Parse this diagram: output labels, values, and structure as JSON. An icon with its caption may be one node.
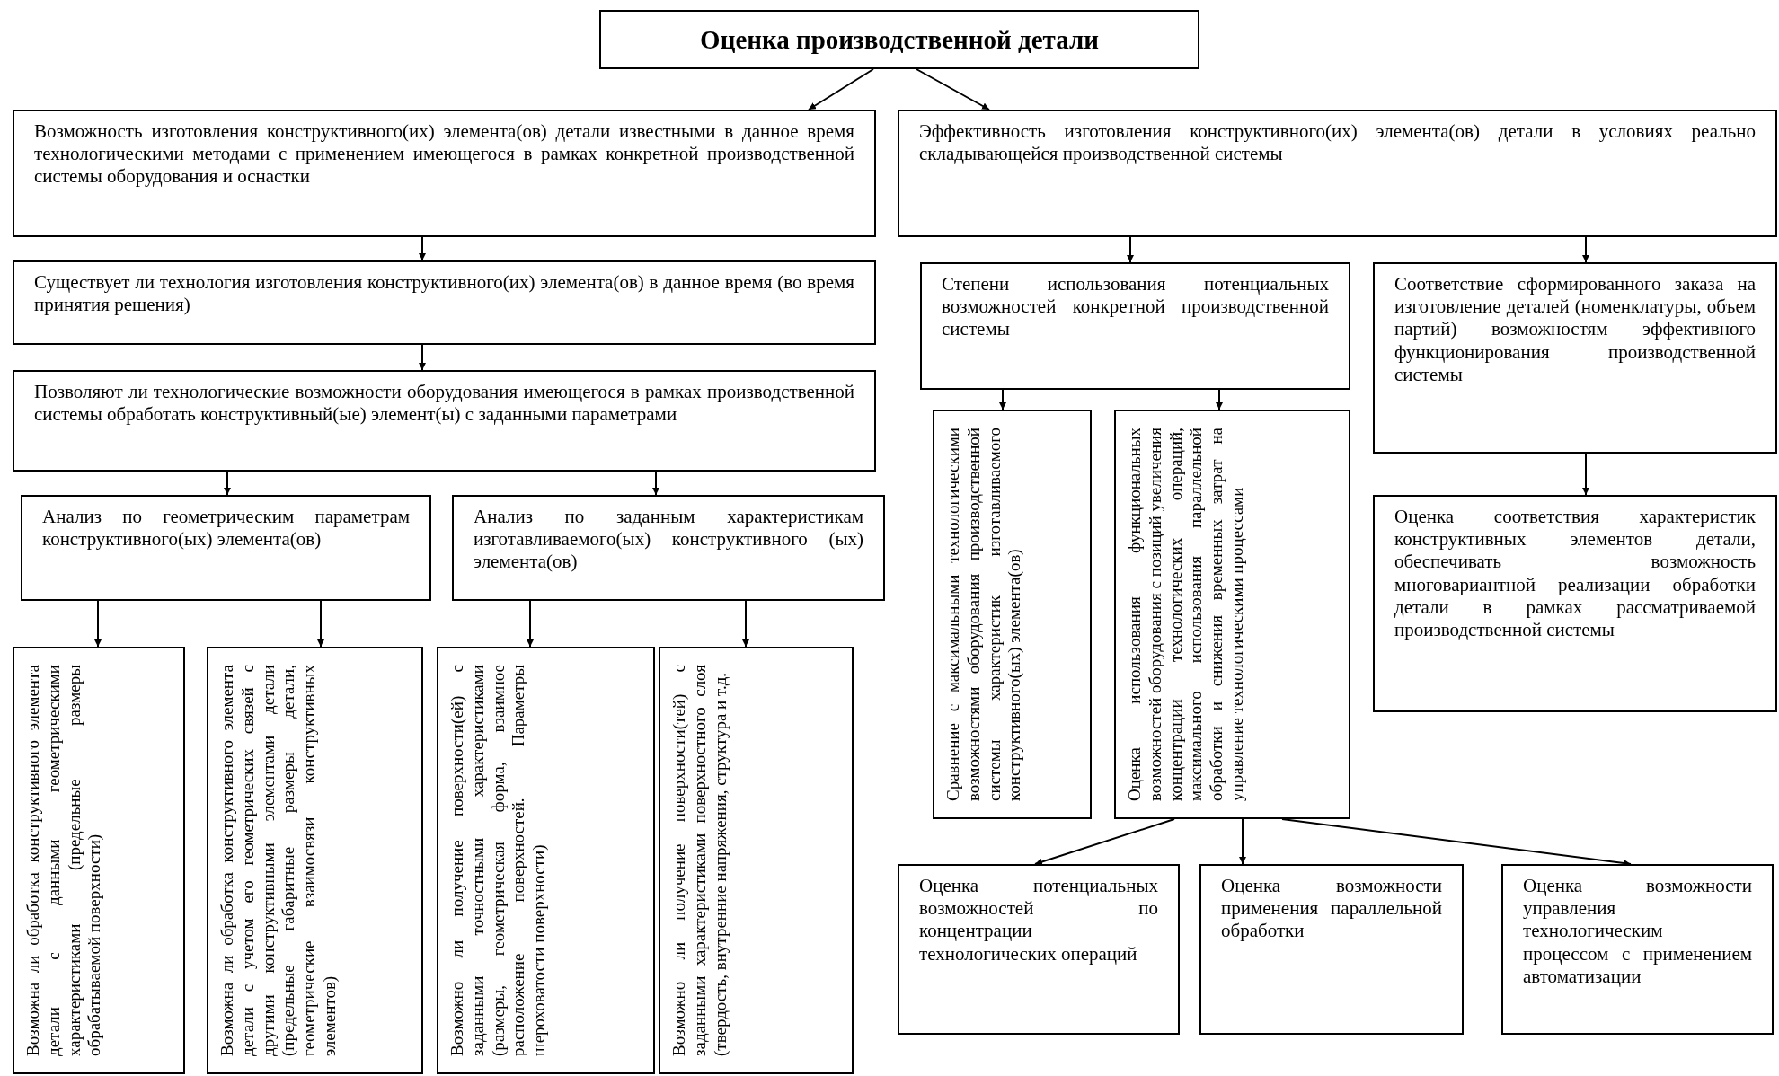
{
  "diagram": {
    "nodes": [
      {
        "text": [
          "Оценка производственной детали"
        ]
      },
      {
        "text": [
          "Возможность изготовления конструктивного(их) элемента(ов) детали известными в данное время технологическими методами с применением имеющегося в рамках конкретной производственной системы оборудования и оснастки"
        ]
      },
      {
        "text": [
          "Существует ли технология изготовления конструктивного(их) элемента(ов) в данное время (во время принятия решения)"
        ]
      },
      {
        "text": [
          "Позволяют ли технологические возможности оборудования имеющегося в рамках производственной системы обработать конструктивный(ые) элемент(ы) с заданными параметрами"
        ]
      },
      {
        "text": [
          "Анализ по геометрическим параметрам конструктивного(ых) элемента(ов)"
        ]
      },
      {
        "text": [
          "Анализ по заданным характеристикам изготавливаемого(ых) конструктивного (ых) элемента(ов)"
        ]
      },
      {
        "text": [
          "Возможна ли обработка конструктивного элемента детали с данными геометрическими характеристиками (предельные размеры обрабатываемой поверхности)"
        ]
      },
      {
        "text": [
          "Возможна ли обработка конструктивного элемента детали с учетом его геометрических связей с другими конструктивными элементами детали (предельные габаритные размеры детали, геометрические взаимосвязи конструктивных элементов)"
        ]
      },
      {
        "text": [
          "Возможно ли получение поверхности(ей) с заданными точностными характеристиками (размеры, геометрическая форма, взаимное расположение поверхностей. Параметры шероховатости поверхности)"
        ]
      },
      {
        "text": [
          "Возможно ли получение поверхности(тей) с заданными характеристиками поверхностного слоя (твердость, внутренние напряжения, структура и т.д."
        ]
      },
      {
        "text": [
          "Эффективность изготовления конструктивного(их) элемента(ов) детали в условиях реально складывающейся производственной системы"
        ]
      },
      {
        "text": [
          "Степени использования потенциальных возможностей конкретной производственной системы"
        ]
      },
      {
        "text": [
          "Соответствие сформированного заказа на изготовление деталей (номенклатуры, объем партий) возможностям эффективного функционирования производственной системы"
        ]
      },
      {
        "text": [
          "Сравнение с максимальными технологическими возможностями оборудования производственной системы характеристик изготавливаемого конструктивного(ых) элемента(ов)"
        ]
      },
      {
        "text": [
          "Оценка использования функциональных возможностей оборудования с позиций увеличения концентрации технологических операций, максимального использования параллельной обработки и снижения временных затрат на управление технологическими процессами"
        ]
      },
      {
        "text": [
          "Оценка соответствия характеристик конструктивных элементов детали, обеспечивать возможность многовариантной реализации обработки детали в рамках рассматриваемой производственной системы"
        ]
      },
      {
        "text": [
          "Оценка потенциальных возможностей по концентрации технологических операций"
        ]
      },
      {
        "text": [
          "Оценка возможности применения параллельной обработки"
        ]
      },
      {
        "text": [
          "Оценка возможности управления технологическим процессом с применением автоматизации"
        ]
      }
    ],
    "edges": [
      {
        "from": 0,
        "to": 1,
        "arrow": "to"
      },
      {
        "from": 0,
        "to": 10,
        "arrow": "to"
      },
      {
        "from": 1,
        "to": 2,
        "arrow": "to"
      },
      {
        "from": 2,
        "to": 3,
        "arrow": "to"
      },
      {
        "from": 3,
        "to": 4,
        "arrow": "to"
      },
      {
        "from": 3,
        "to": 5,
        "arrow": "to"
      },
      {
        "from": 4,
        "to": 6,
        "arrow": "to"
      },
      {
        "from": 4,
        "to": 7,
        "arrow": "to"
      },
      {
        "from": 5,
        "to": 8,
        "arrow": "to"
      },
      {
        "from": 5,
        "to": 9,
        "arrow": "to"
      },
      {
        "from": 10,
        "to": 11,
        "arrow": "to"
      },
      {
        "from": 10,
        "to": 12,
        "arrow": "to"
      },
      {
        "from": 11,
        "to": 13,
        "arrow": "to"
      },
      {
        "from": 11,
        "to": 14,
        "arrow": "to"
      },
      {
        "from": 12,
        "to": 15,
        "arrow": "to"
      },
      {
        "from": 14,
        "to": 16,
        "arrow": "to"
      },
      {
        "from": 14,
        "to": 17,
        "arrow": "to"
      },
      {
        "from": 14,
        "to": 18,
        "arrow": "to"
      }
    ]
  }
}
